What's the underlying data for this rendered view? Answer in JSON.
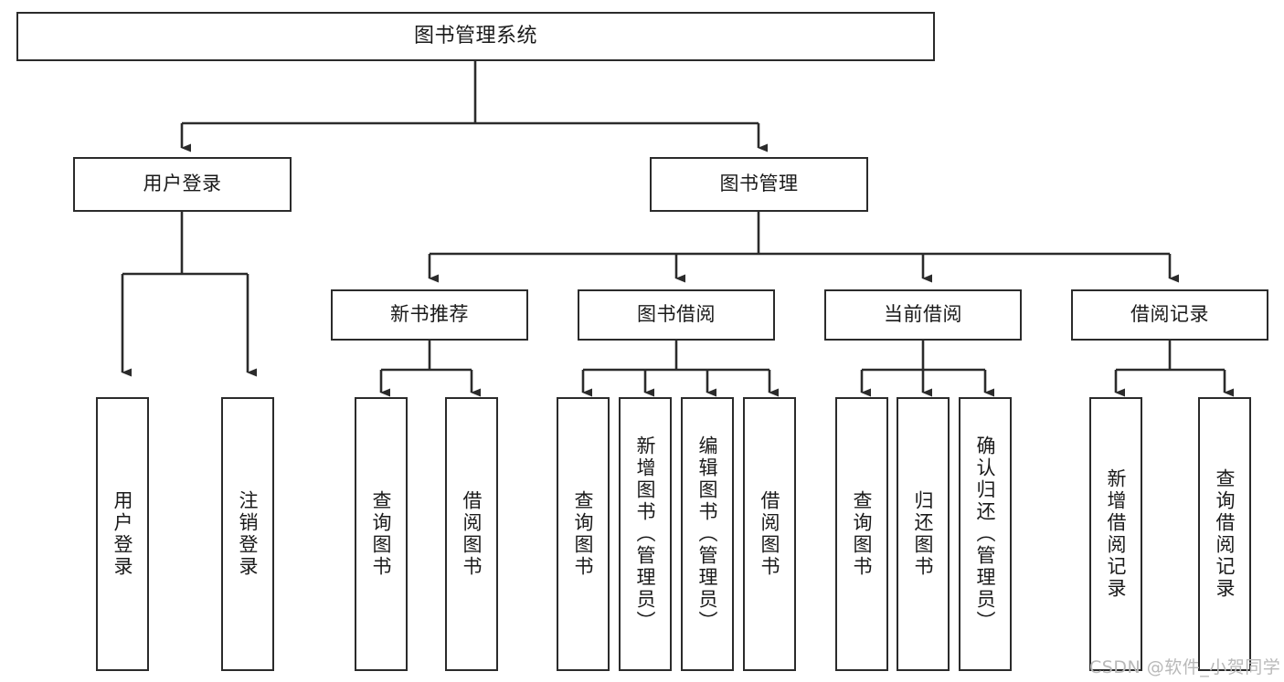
{
  "diagram": {
    "title": "图书管理系统",
    "type": "功能结构图",
    "root": {
      "label": "图书管理系统"
    },
    "level2": [
      {
        "label": "用户登录"
      },
      {
        "label": "图书管理"
      }
    ],
    "level3": [
      {
        "label": "新书推荐"
      },
      {
        "label": "图书借阅"
      },
      {
        "label": "当前借阅"
      },
      {
        "label": "借阅记录"
      }
    ],
    "leaves": {
      "user_login": [
        {
          "label": "用户登录"
        },
        {
          "label": "注销登录"
        }
      ],
      "new_book_recommend": [
        {
          "label": "查询图书"
        },
        {
          "label": "借阅图书"
        }
      ],
      "book_borrow": [
        {
          "label": "查询图书"
        },
        {
          "label": "新增图书（管理员）"
        },
        {
          "label": "编辑图书（管理员）"
        },
        {
          "label": "借阅图书"
        }
      ],
      "current_borrow": [
        {
          "label": "查询图书"
        },
        {
          "label": "归还图书"
        },
        {
          "label": "确认归还（管理员）"
        }
      ],
      "borrow_record": [
        {
          "label": "新增借阅记录"
        },
        {
          "label": "查询借阅记录"
        }
      ]
    }
  },
  "watermark": {
    "text": "CSDN @软件_小贺同学"
  },
  "colors": {
    "stroke": "#2b2b2b",
    "fill": "#ffffff",
    "text": "#1a1a1a",
    "watermark": "#b9b9b9"
  }
}
